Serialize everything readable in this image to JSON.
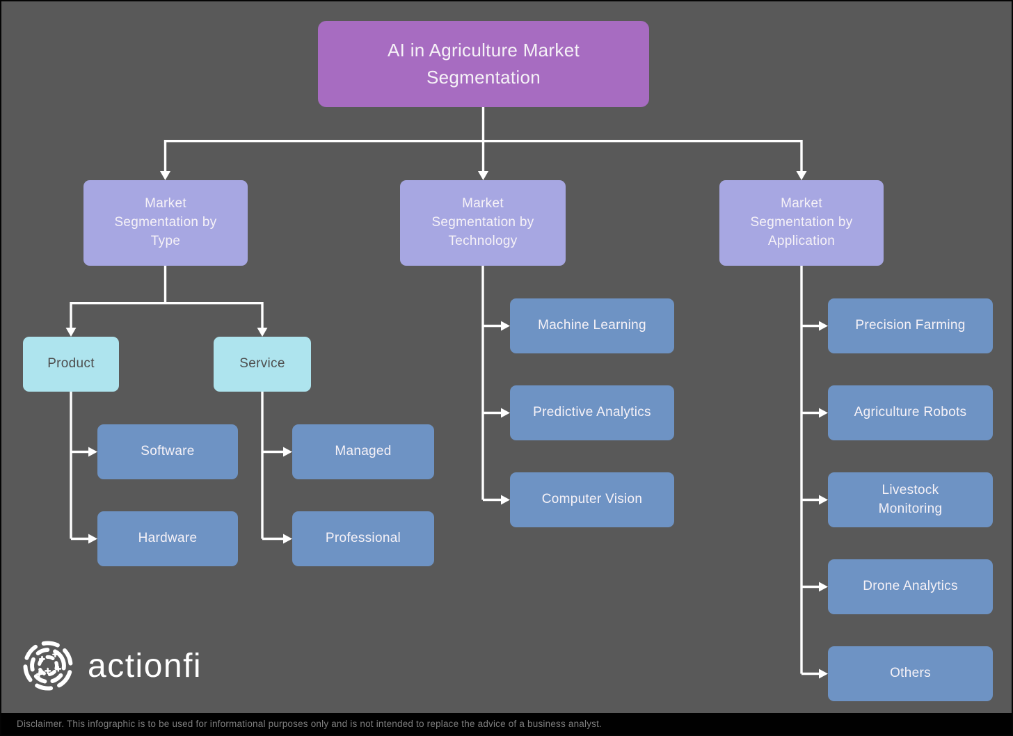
{
  "colors": {
    "bg": "#595959",
    "root": "#a76cc1",
    "branch": "#a7a7e2",
    "leaf": "#6e93c4",
    "sub": "#aee4ee",
    "connector": "#ffffff"
  },
  "root": {
    "label": "AI in Agriculture Market Segmentation"
  },
  "branches": [
    {
      "label": "Market Segmentation by Type",
      "children": [
        {
          "label": "Product",
          "children": [
            {
              "label": "Software"
            },
            {
              "label": "Hardware"
            }
          ]
        },
        {
          "label": "Service",
          "children": [
            {
              "label": "Managed"
            },
            {
              "label": "Professional"
            }
          ]
        }
      ]
    },
    {
      "label": "Market Segmentation by Technology",
      "children": [
        {
          "label": "Machine Learning"
        },
        {
          "label": "Predictive Analytics"
        },
        {
          "label": "Computer Vision"
        }
      ]
    },
    {
      "label": "Market Segmentation by Application",
      "children": [
        {
          "label": "Precision Farming"
        },
        {
          "label": "Agriculture Robots"
        },
        {
          "label": "Livestock Monitoring"
        },
        {
          "label": "Drone Analytics"
        },
        {
          "label": "Others"
        }
      ]
    }
  ],
  "branding": {
    "logo_text": "actionfi"
  },
  "footer": {
    "disclaimer": "Disclaimer. This infographic is to be used for informational purposes only and is not intended to replace the advice of a business analyst."
  }
}
